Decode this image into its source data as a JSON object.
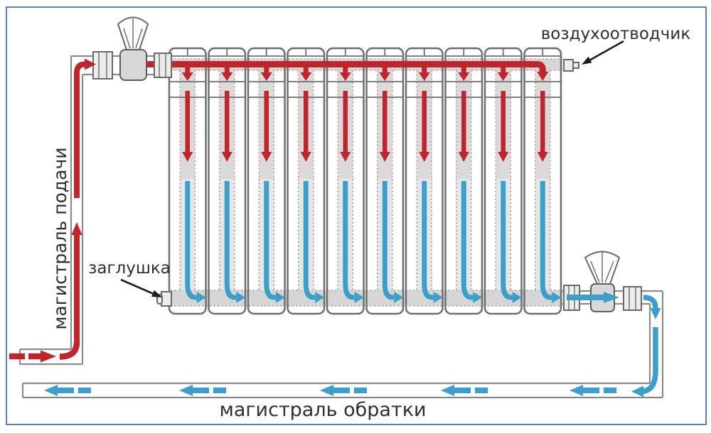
{
  "labels": {
    "air_vent": "воздухоотводчик",
    "plug": "заглушка",
    "supply_main": "магистраль подачи",
    "return_main": "магистраль обратки"
  },
  "colors": {
    "frame_border": "#5b82b8",
    "background": "#ffffff",
    "hot_flow": "#c0242c",
    "cold_flow": "#3b9fc9",
    "pipe_outline": "#8b8b8b",
    "section_border": "#6f6f6f",
    "header_fill": "#d6d6d6",
    "channel_fill_top": "#dadada",
    "channel_fill_bottom": "#e6e6e6",
    "dotted_hot": "#dc9c9c",
    "dotted_cold": "#a3a3a3",
    "label_text": "#2f2f2f",
    "annotation": "#1d1d1d"
  },
  "diagram": {
    "type": "radiator-piping-scheme",
    "radiator_sections": 10,
    "hot_flow_direction": "down",
    "cold_flow_direction": "down-right",
    "return_arrow_tips_x": [
      62,
      252,
      450,
      620,
      801
    ]
  }
}
